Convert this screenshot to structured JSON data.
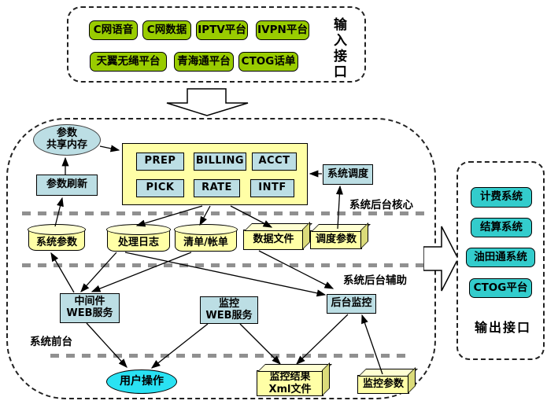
{
  "input_panel": {
    "label": "输入接口",
    "items": [
      "C网语音",
      "C网数据",
      "IPTV平台",
      "IVPN平台",
      "天翼无绳平台",
      "青海通平台",
      "CTOG话单"
    ]
  },
  "main_panel": {
    "region_labels": {
      "core": "系统后台核心",
      "aux": "系统后台辅助",
      "front": "系统前台"
    },
    "shared_memory": {
      "line1": "参数",
      "line2": "共享内存"
    },
    "param_refresh": "参数刷新",
    "modules": [
      "PREP",
      "BILLING",
      "ACCT",
      "PICK",
      "RATE",
      "INTF"
    ],
    "scheduler": "系统调度",
    "stores": {
      "sys_param": "系统参数",
      "proc_log": "处理日志",
      "bill_list": "清单/帐单",
      "data_file": "数据文件",
      "sched_param": "调度参数"
    },
    "middleware_web": {
      "line1": "中间件",
      "line2": "WEB服务"
    },
    "monitor_web": {
      "line1": "监控",
      "line2": "WEB服务"
    },
    "backend_monitor": "后台监控",
    "user_ops": "用户操作",
    "monitor_result": {
      "line1": "监控结果",
      "line2": "Xml文件"
    },
    "monitor_param": "监控参数"
  },
  "output_panel": {
    "label": "输出接口",
    "items": [
      "计费系统",
      "结算系统",
      "油田通系统",
      "CTOG平台"
    ]
  },
  "colors": {
    "input_green": "#99CC00",
    "output_teal": "#33CCCC",
    "node_blue": "#BCDEE4",
    "store_yellow": "#FFFFA6",
    "user_cyan": "#2AE2F3",
    "divider_gray": "#909090"
  }
}
